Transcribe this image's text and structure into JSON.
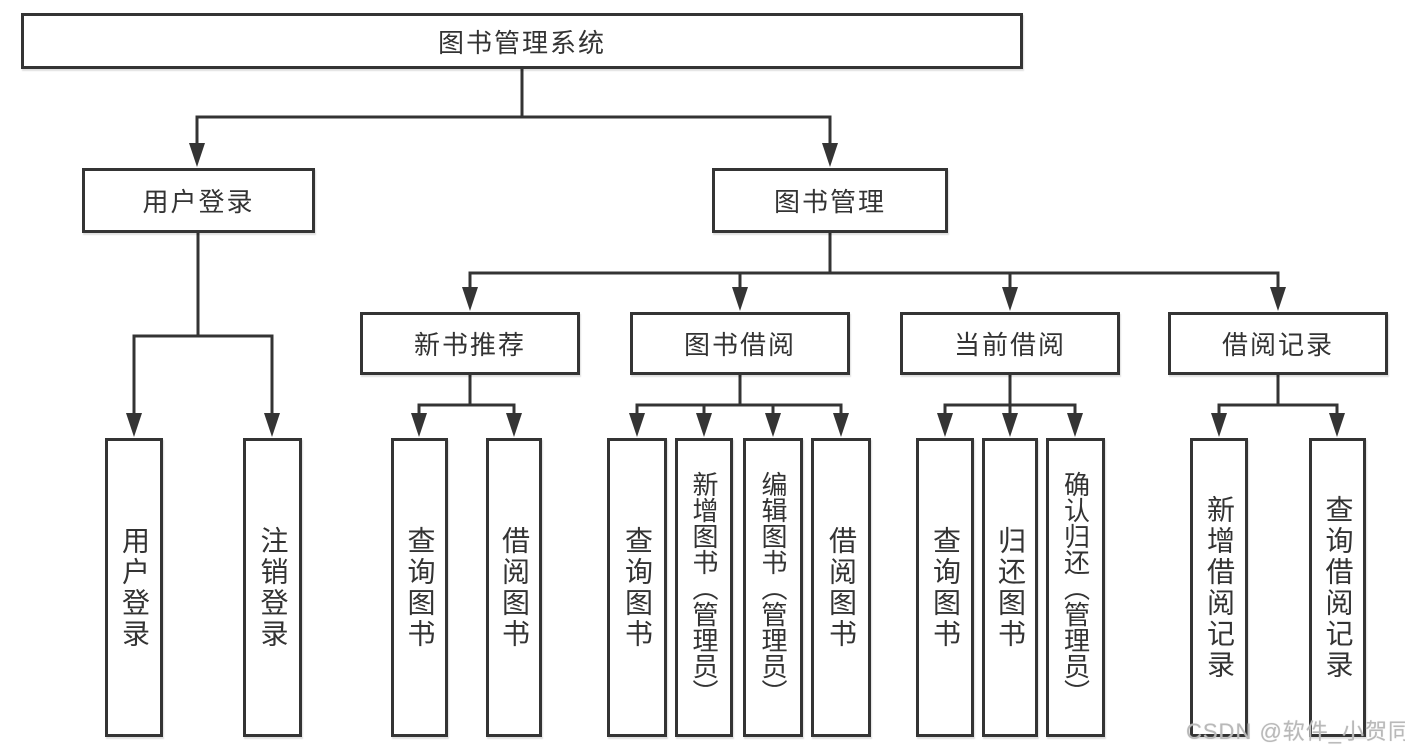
{
  "tree": {
    "root": "图书管理系统",
    "level2": [
      {
        "label": "用户登录",
        "leaves": [
          "用户登录",
          "注销登录"
        ]
      },
      {
        "label": "图书管理",
        "sections": [
          {
            "label": "新书推荐",
            "leaves": [
              "查询图书",
              "借阅图书"
            ]
          },
          {
            "label": "图书借阅",
            "leaves": [
              "查询图书",
              "新增图书（管理员）",
              "编辑图书（管理员）",
              "借阅图书"
            ]
          },
          {
            "label": "当前借阅",
            "leaves": [
              "查询图书",
              "归还图书",
              "确认归还（管理员）"
            ]
          },
          {
            "label": "借阅记录",
            "leaves": [
              "新增借阅记录",
              "查询借阅记录"
            ]
          }
        ]
      }
    ]
  },
  "watermark": {
    "text": "CSDN @软件_小贺同学"
  },
  "colors": {
    "line": "#343434",
    "text": "#333333",
    "box_background": "#ffffff",
    "watermark": "#b9b9b9",
    "page_background": "#ffffff"
  }
}
